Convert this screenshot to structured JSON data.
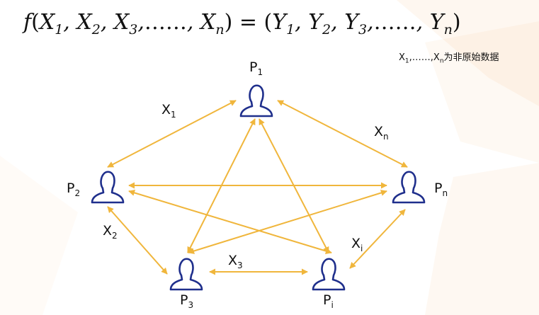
{
  "formula": {
    "func": "f",
    "inputs": [
      {
        "base": "X",
        "sub": "1"
      },
      {
        "base": "X",
        "sub": "2"
      },
      {
        "base": "X",
        "sub": "3"
      },
      {
        "base": "X",
        "sub": "n"
      }
    ],
    "outputs": [
      {
        "base": "Y",
        "sub": "1"
      },
      {
        "base": "Y",
        "sub": "2"
      },
      {
        "base": "Y",
        "sub": "3"
      },
      {
        "base": "Y",
        "sub": "n"
      }
    ],
    "ellipsis": "……"
  },
  "note": {
    "first": "X",
    "first_sub": "1",
    "mid": ",……,",
    "last": "X",
    "last_sub": "n",
    "text": "为非原始数据"
  },
  "parties": [
    {
      "id": "p1",
      "base": "P",
      "sub": "1"
    },
    {
      "id": "p2",
      "base": "P",
      "sub": "2"
    },
    {
      "id": "pn",
      "base": "P",
      "sub": "n"
    },
    {
      "id": "p3",
      "base": "P",
      "sub": "3"
    },
    {
      "id": "pi",
      "base": "P",
      "sub": "i"
    }
  ],
  "edge_labels": [
    {
      "id": "x1",
      "base": "X",
      "sub": "1"
    },
    {
      "id": "xn",
      "base": "X",
      "sub": "n"
    },
    {
      "id": "x2",
      "base": "X",
      "sub": "2"
    },
    {
      "id": "x3",
      "base": "X",
      "sub": "3"
    },
    {
      "id": "xi",
      "base": "X",
      "sub": "i"
    }
  ],
  "colors": {
    "arrow": "#f0b63c",
    "person": "#1f2f8c",
    "text": "#111111",
    "bg_accent": "#f6b26b"
  },
  "icons": {
    "person": "person-outline-icon"
  }
}
